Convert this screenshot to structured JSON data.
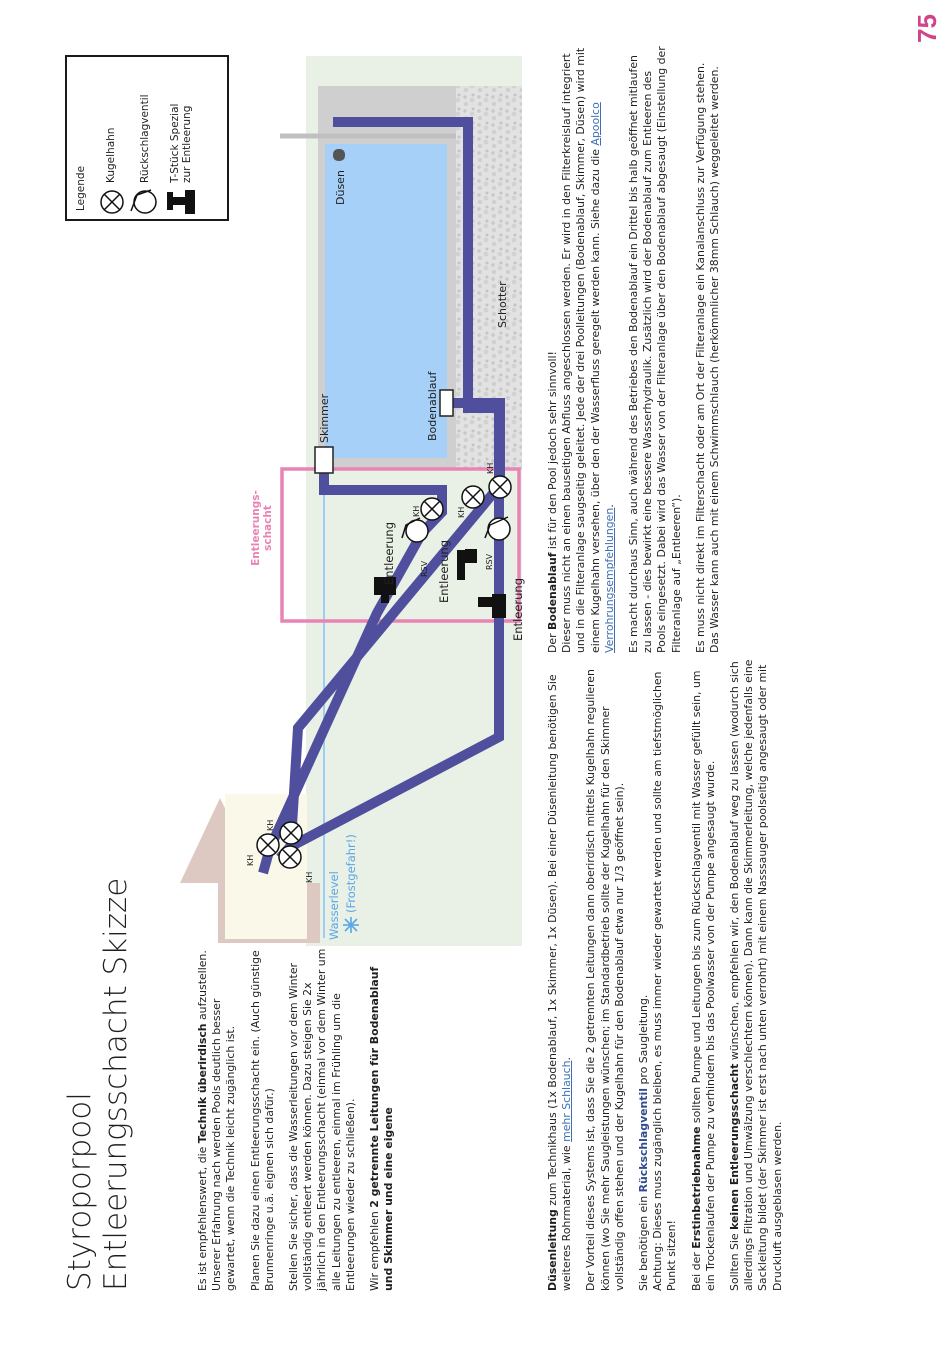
{
  "page": {
    "number": "75"
  },
  "header": {
    "title_line1": "Styroporpool",
    "title_line2": "Entleerungsschacht Skizze"
  },
  "legend": {
    "heading": "Legende",
    "items": [
      {
        "icon": "ball-valve-icon",
        "label": "Kugelhahn"
      },
      {
        "icon": "check-valve-icon",
        "label": "Rückschlagventil"
      },
      {
        "icon": "t-piece-icon",
        "label_line1": "T-Stück Spezial",
        "label_line2": "zur Entleerung"
      }
    ]
  },
  "diagram": {
    "labels": {
      "duesen": "Düsen",
      "skimmer": "Skimmer",
      "bodenablauf": "Bodenablauf",
      "schotter": "Schotter",
      "schacht_line1": "Entleerungs-",
      "schacht_line2": "schacht",
      "wasserlevel": "Wasserlevel",
      "frostgefahr": "(Frostgefahr!)",
      "kh": "KH",
      "rsv": "RSV",
      "entleerung": "Entleerung"
    },
    "colors": {
      "pipe": "#4f4f9e",
      "pool_water": "#a6d0f8",
      "ground": "#e9f0e5",
      "gravel": "#d4d4d4",
      "shaft_outline": "#e884b4",
      "water_line": "#9dcdf2",
      "technikhaus": "#faf8e8",
      "roof": "#ddc9c2",
      "accent": "#d1448b"
    }
  },
  "left_col": {
    "p1": {
      "a": "Es ist empfehlenswert, die ",
      "b": "Technik überirdisch",
      "c": " aufzustellen. Unserer Erfahrung nach werden Pools deutlich besser gewartet, wenn die Technik leicht zugänglich ist."
    },
    "p2": "Planen Sie dazu einen Entleerungsschacht ein. (Auch günstige Brunnenringe u.ä. eignen sich dafür.)",
    "p3": "Stellen Sie sicher, dass die Wasserleitungen vor dem Winter vollständig entleert werden können. Dazu steigen Sie 2x jährlich in den Entleerungsschacht (einmal vor dem Winter um alle Leitungen zu entleeren, einmal im Frühling um die Entleerungen wieder zu schließen).",
    "p4": {
      "a": "Wir empfehlen ",
      "b": "2 getrennte Leitungen für Bodenablauf und Skimmer und eine eigene"
    }
  },
  "mid_col": {
    "p1": {
      "a": "Düsenleitung",
      "b": " zum Technikhaus (1x Bodenablauf, 1x Skimmer, 1x Düsen). Bei einer Düsenleitung benötigen Sie weiteres Rohrmaterial, wie ",
      "link": "mehr Schlauch",
      "c": "."
    },
    "p2": "Der Vorteil dieses Systems ist, dass Sie die 2 getrennten Leitungen dann oberirdisch mittels Kugelhahn regulieren können (wo Sie mehr Saugleistungen wünschen; im Standardbetrieb sollte der Kugelhahn für den Skimmer vollständig offen stehen und der Kugelhahn für den Bodenablauf etwa nur 1/3 geöffnet sein).",
    "p3": {
      "a": "Sie benötigen ein ",
      "b": "Rückschlagventil",
      "c": " pro Saugleitung.",
      "d": "Achtung: Dieses muss zugänglich bleiben, es muss immer wieder gewartet werden und sollte am tiefstmöglichen Punkt sitzen!"
    },
    "p4": {
      "a": "Bei der ",
      "b": "Erstinbetriebnahme",
      "c": " sollten Pumpe und Leitungen bis zum Rückschlagventil mit Wasser gefüllt sein, um ein Trockenlaufen der Pumpe zu verhindern bis das Poolwasser von der Pumpe angesaugt wurde."
    },
    "p5": {
      "a": "Sollten Sie ",
      "b": "keinen Entleerungsschacht",
      "c": " wünschen, empfehlen wir, den Bodenablauf weg zu lassen (wodurch sich allerdings Filtration und Umwälzung verschlechtern können). Dann kann die Skimmerleitung, welche jedenfalls eine Sackleitung bildet (der Skimmer ist erst nach unten verrohrt) mit einem Nasssauger poolseitig angesaugt oder mit Druckluft ausgeblasen werden."
    }
  },
  "right_col": {
    "p1": {
      "a": "Der ",
      "b": "Bodenablauf",
      "c": " ist für den Pool jedoch sehr sinnvoll!",
      "d": "Dieser muss nicht an einen bauseitigen Abfluss angeschlossen werden. Er wird in den Filterkreislauf integriert und in die Filteranlage saugseitig geleitet. Jede der drei Poolleitungen (Bodenablauf, Skimmer, Düsen) wird mit einem Kugelhahn versehen, über den der Wasserfluss geregelt werden kann. Siehe dazu die ",
      "link": "Apoolco Verrohrungsempfehlungen",
      "e": "."
    },
    "p2": "Es macht durchaus Sinn, auch während des Betriebes den Bodenablauf ein Drittel bis halb geöffnet mitlaufen zu lassen - dies bewirkt eine bessere Wasserhydraulik. Zusätzlich wird der Bodenablauf zum Entleeren des Pools eingesetzt. Dabei wird das Wasser von der Filteranlage über den Bodenablauf abgesaugt (Einstellung der Filteranlage auf „Entleeren“).",
    "p3": "Es muss nicht direkt im Filterschacht oder am Ort der Filteranlage ein Kanalanschluss zur Verfügung stehen. Das Wasser kann auch mit einem Schwimmschlauch (herkömmlicher 38mm Schlauch) weggeleitet werden."
  }
}
